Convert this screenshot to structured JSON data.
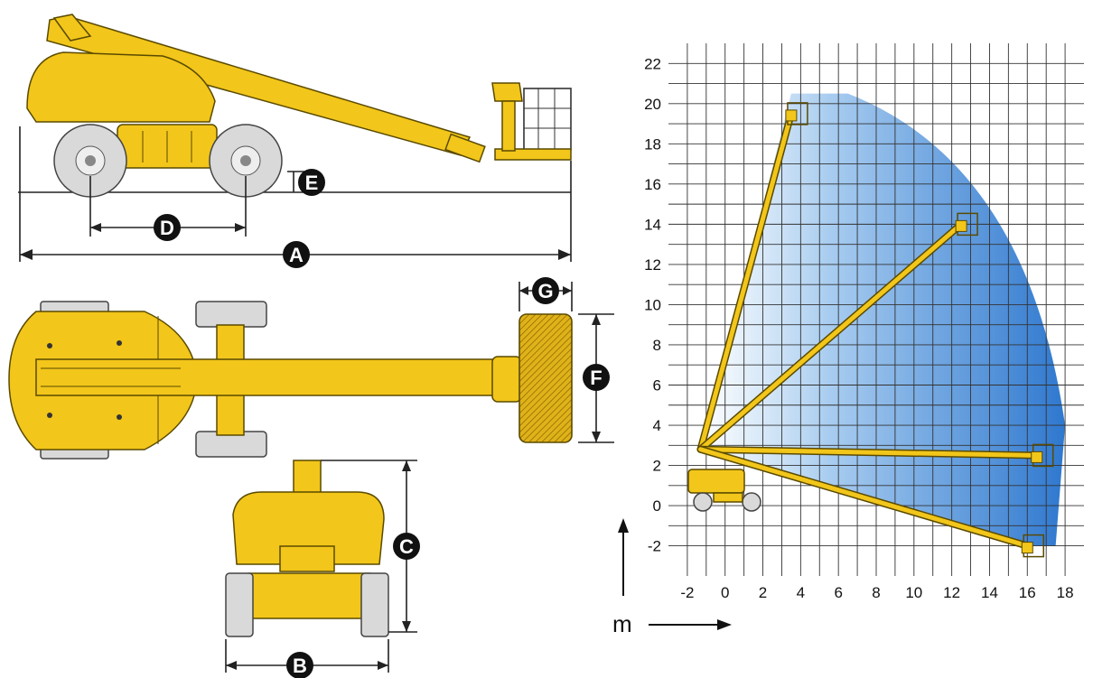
{
  "colors": {
    "machine_yellow": "#f2c61a",
    "machine_outline": "#5a4a00",
    "tire_gray": "#cfcfcf",
    "envelope_blue": "#3f86d6",
    "grid_line": "#333333",
    "label_disc": "#111111"
  },
  "dimension_labels": {
    "a": "A",
    "b": "B",
    "c": "C",
    "d": "D",
    "e": "E",
    "f": "F",
    "g": "G"
  },
  "chart": {
    "x_ticks": [
      "-2",
      "0",
      "2",
      "4",
      "6",
      "8",
      "10",
      "12",
      "14",
      "16",
      "18"
    ],
    "y_ticks": [
      "22",
      "20",
      "18",
      "16",
      "14",
      "12",
      "10",
      "8",
      "6",
      "4",
      "2",
      "0",
      "-2"
    ],
    "unit_label": "m"
  },
  "chart_data": {
    "type": "diagram",
    "x_range": [
      -3,
      19
    ],
    "y_range": [
      -3.5,
      23
    ],
    "grid": true,
    "working_envelope": {
      "boom_pivot": [
        -1.3,
        2.8
      ],
      "outer_radius_reach": 18,
      "top_height": 20.5,
      "bottom_height": -2
    },
    "boom_positions": [
      {
        "tip": [
          3.5,
          19.5
        ]
      },
      {
        "tip": [
          12.5,
          14.0
        ]
      },
      {
        "tip": [
          16.5,
          2.5
        ]
      },
      {
        "tip": [
          16.0,
          -2.0
        ]
      }
    ]
  }
}
